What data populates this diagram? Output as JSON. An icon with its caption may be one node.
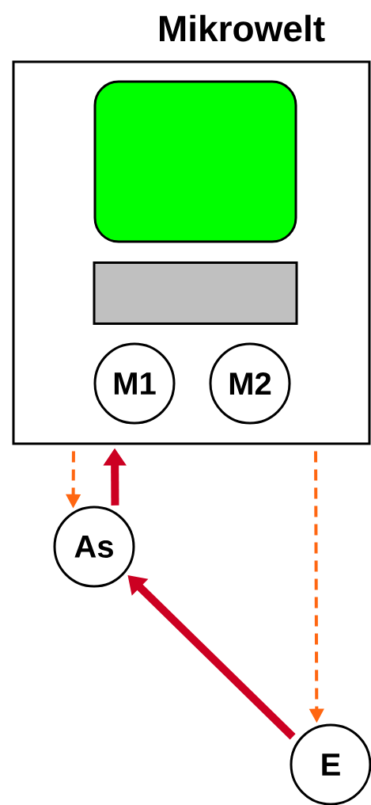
{
  "diagram": {
    "nodes": [
      {
        "text": [
          "Mikrowelt"
        ]
      },
      {
        "text": [],
        "shape": "box",
        "in": 0
      },
      {
        "text": [],
        "shape": "bar",
        "in": 0
      },
      {
        "text": [
          "M1"
        ],
        "in": 0
      },
      {
        "text": [
          "M2"
        ],
        "in": 0
      },
      {
        "text": [
          "As"
        ]
      },
      {
        "text": [
          "E"
        ]
      }
    ],
    "edges": [
      {
        "from": 0,
        "to": 5,
        "arrow": "to",
        "style": "dashed",
        "color": "#ff6611"
      },
      {
        "from": 5,
        "to": 0,
        "arrow": "to",
        "style": "thick",
        "color": "#cc0022"
      },
      {
        "from": 0,
        "to": 6,
        "arrow": "to",
        "style": "dashed",
        "color": "#ff6611"
      },
      {
        "from": 6,
        "to": 5,
        "arrow": "to",
        "style": "thick",
        "color": "#cc0022"
      }
    ]
  }
}
